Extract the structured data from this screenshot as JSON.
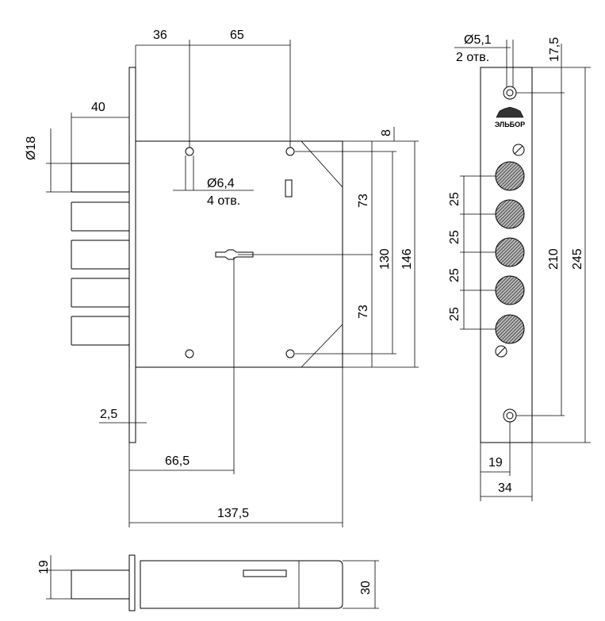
{
  "drawing": {
    "colors": {
      "line": "#000000",
      "bolt_fill": "#555555",
      "background": "#ffffff"
    },
    "side_view": {
      "dim_top_left": "36",
      "dim_top_right": "65",
      "dim_bolt_projection": "40",
      "dim_bolt_diameter": "Ø18",
      "hole_diameter": "Ø6,4",
      "hole_count": "4 отв.",
      "dim_top_offset": "8",
      "dim_upper_half": "73",
      "dim_lower_half": "73",
      "dim_holes_span": "130",
      "dim_body_height": "146",
      "dim_plate_thickness": "2,5",
      "dim_backset": "66,5",
      "dim_body_width": "137,5"
    },
    "faceplate": {
      "hole_diameter": "Ø5,1",
      "hole_count": "2 отв.",
      "dim_top_offset": "17,5",
      "brand": "ЭЛЬБОР",
      "bolt_spacing": [
        "25",
        "25",
        "25",
        "25"
      ],
      "dim_holes_distance": "210",
      "dim_plate_length": "245",
      "dim_hole_offset": "19",
      "dim_plate_width": "34"
    },
    "bottom_view": {
      "dim_bolt_diameter": "19",
      "dim_thickness": "30"
    }
  }
}
